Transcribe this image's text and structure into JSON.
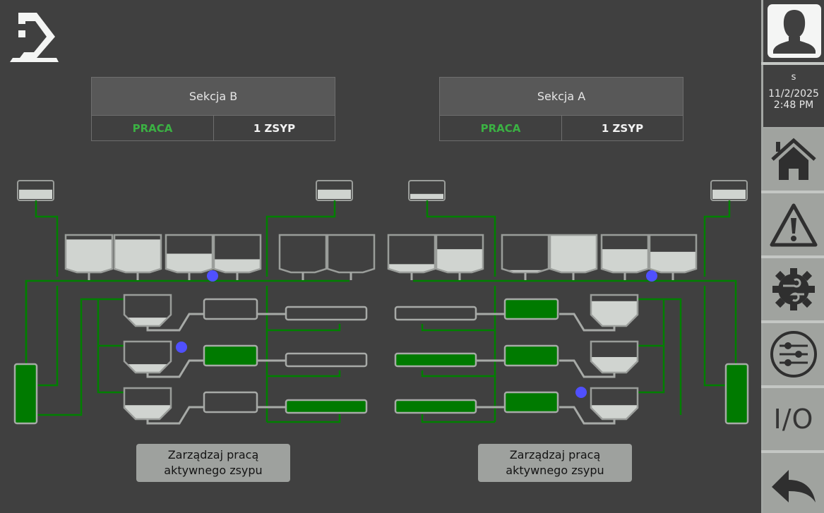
{
  "sections": [
    {
      "id": "B",
      "title": "Sekcja B",
      "status": "PRACA",
      "mode": "1 ZSYP",
      "manage_label": "Zarządzaj pracą aktywnego zsypu"
    },
    {
      "id": "A",
      "title": "Sekcja A",
      "status": "PRACA",
      "mode": "1 ZSYP",
      "manage_label": "Zarządzaj pracą aktywnego zsypu"
    }
  ],
  "user": {
    "name": "s",
    "date": "11/2/2025",
    "time": "2:48 PM",
    "avatar_icon": "user-silhouette-icon"
  },
  "sidebar": {
    "items": [
      {
        "name": "home",
        "icon": "home-icon"
      },
      {
        "name": "alarms",
        "icon": "warning-icon"
      },
      {
        "name": "settings",
        "icon": "gear-wrench-icon"
      },
      {
        "name": "parameters",
        "icon": "sliders-icon"
      },
      {
        "name": "io",
        "label": "I/O",
        "icon": "io-icon"
      },
      {
        "name": "back",
        "icon": "back-arrow-icon"
      }
    ]
  },
  "colors": {
    "active": "#007a00",
    "line": "#008000",
    "equipment": "#d0d4d0",
    "equipment_border": "#9a9d9a",
    "indicator": "#5050ff",
    "status_ok": "#3bb143"
  },
  "process": {
    "small_tanks_fill": [
      0.55,
      0.55,
      0.3,
      0.55
    ],
    "hoppers_fill": [
      0.88,
      0.88,
      0.5,
      0.35,
      0.0,
      0.0,
      0.22,
      0.62,
      0.06,
      1.0,
      0.62,
      0.55
    ],
    "indicators_on": {
      "B_top": true,
      "B_row2": true,
      "A_top": true,
      "A_row3": true
    },
    "B_rows": [
      {
        "scale_fill": 0.27,
        "feeder_active": false,
        "conveyor_active": false
      },
      {
        "scale_fill": 0.27,
        "feeder_active": true,
        "conveyor_active": false
      },
      {
        "scale_fill": 0.45,
        "feeder_active": false,
        "conveyor_active": true
      }
    ],
    "A_rows": [
      {
        "scale_fill": 0.8,
        "feeder_active": true,
        "conveyor_active": false
      },
      {
        "scale_fill": 0.5,
        "feeder_active": true,
        "conveyor_active": true
      },
      {
        "scale_fill": 0.45,
        "feeder_active": true,
        "conveyor_active": true
      }
    ],
    "columns_active": [
      true,
      true
    ]
  }
}
